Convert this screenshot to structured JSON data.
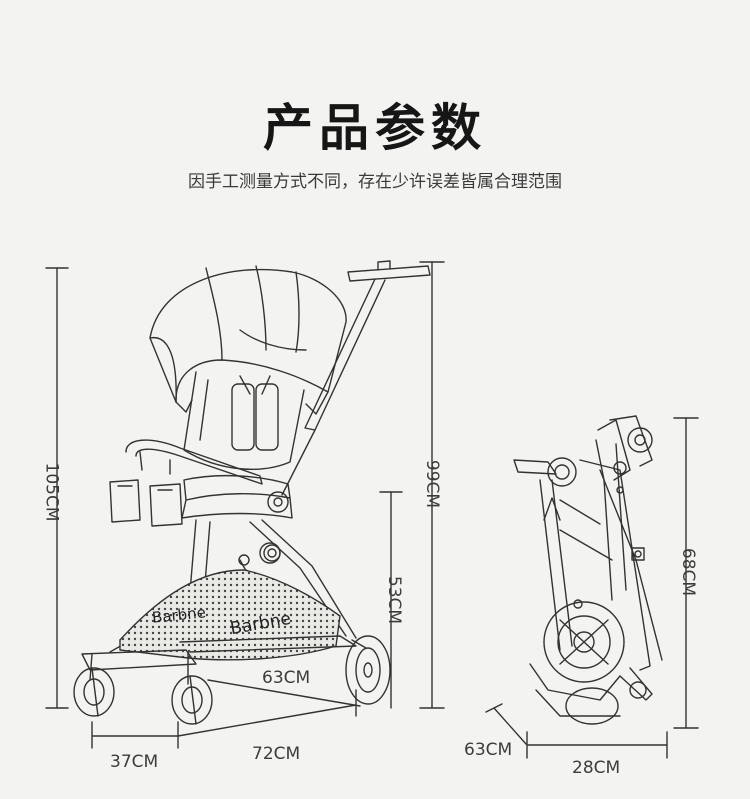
{
  "title": "产品参数",
  "subtitle": "因手工测量方式不同，存在少许误差皆属合理范围",
  "brand": "Barbne",
  "dimensions": {
    "overall_height": "105CM",
    "handle_height": "99CM",
    "seat_height": "53CM",
    "wheelbase_diag": "63CM",
    "front_width": "37CM",
    "length": "72CM",
    "folded_height": "68CM",
    "folded_depth": "63CM",
    "folded_width": "28CM"
  }
}
